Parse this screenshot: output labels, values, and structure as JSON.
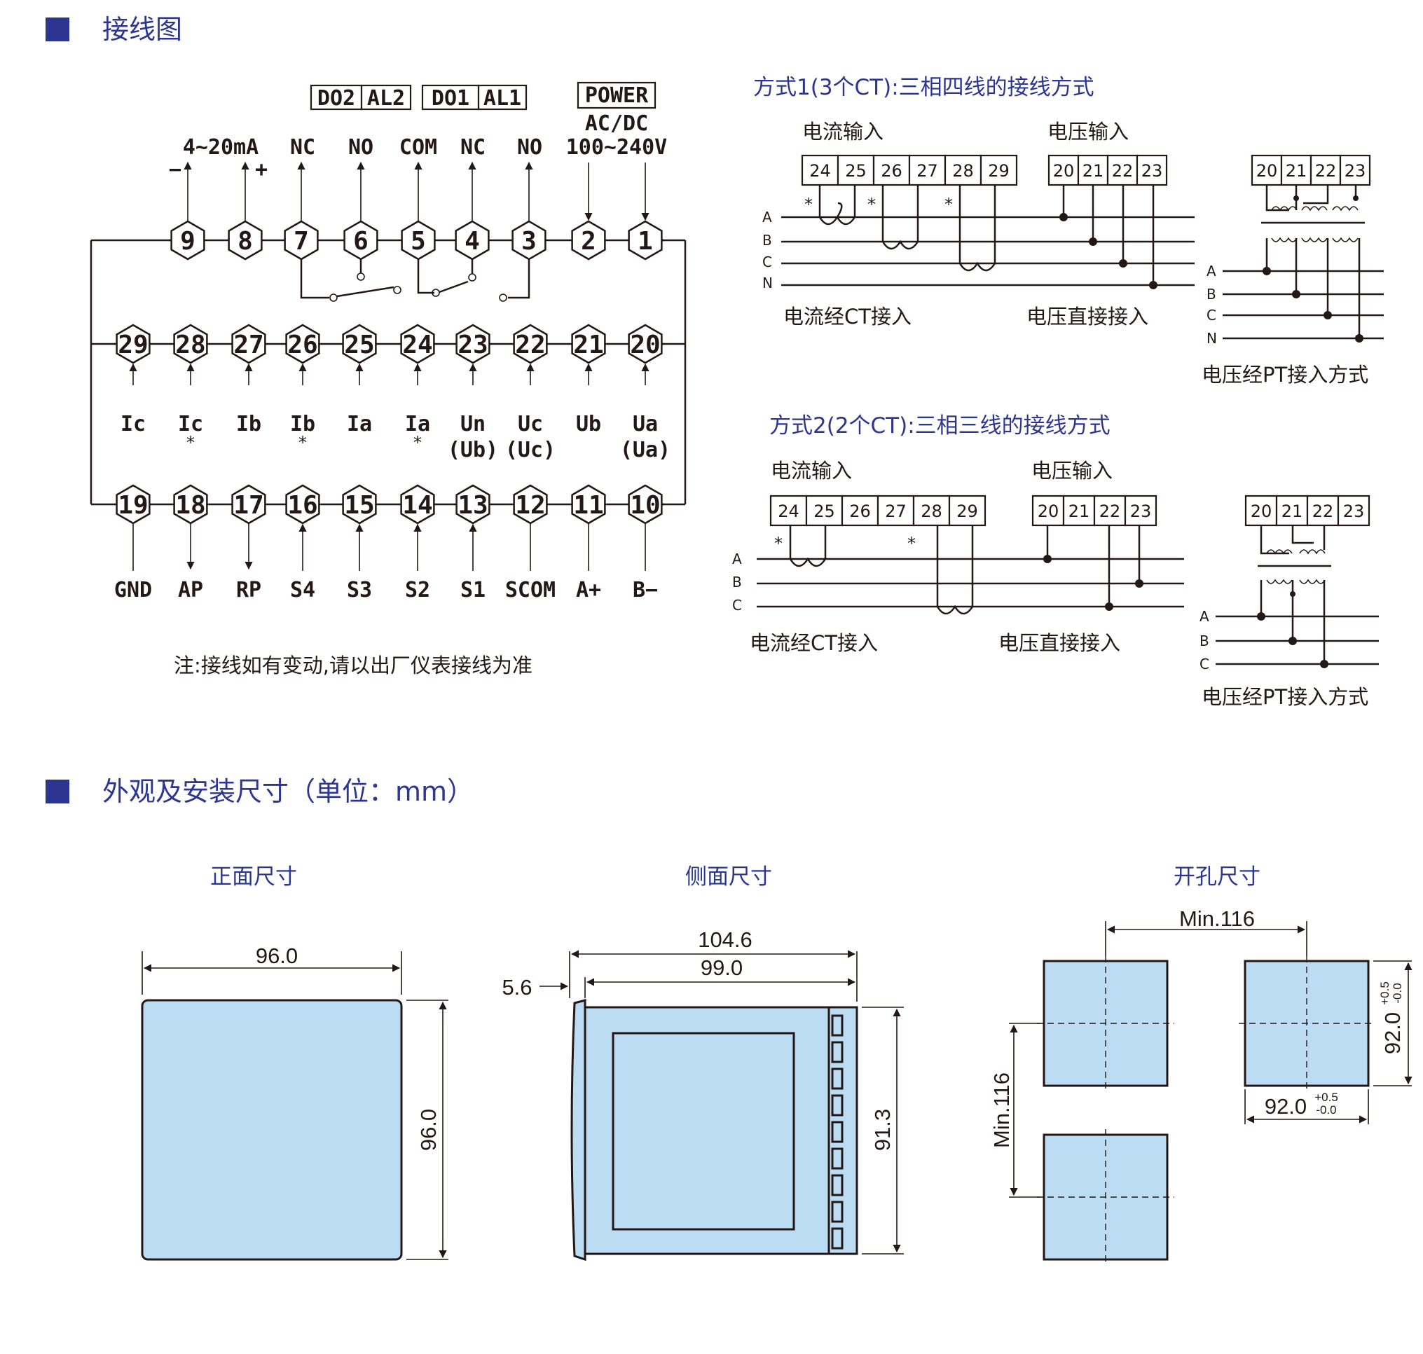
{
  "wiring": {
    "section_title": "接线图",
    "relay_boxes": [
      "DO2",
      "AL2",
      "DO1",
      "AL1"
    ],
    "power_box": "POWER",
    "power_lines": [
      "AC/DC",
      "100~240V"
    ],
    "top_labels": [
      "4~20mA",
      "NC",
      "NO",
      "COM",
      "NC",
      "NO"
    ],
    "minus": "−",
    "plus": "+",
    "row1": [
      "9",
      "8",
      "7",
      "6",
      "5",
      "4",
      "3",
      "2",
      "1"
    ],
    "row2": [
      "29",
      "28",
      "27",
      "26",
      "25",
      "24",
      "23",
      "22",
      "21",
      "20"
    ],
    "row2_labels": [
      "Ic",
      "Ic",
      "Ib",
      "Ib",
      "Ia",
      "Ia",
      "Un",
      "Uc",
      "Ub",
      "Ua"
    ],
    "row2_sub": [
      "(Ub)",
      "(Uc)",
      "(Ua)"
    ],
    "star": "*",
    "row3": [
      "19",
      "18",
      "17",
      "16",
      "15",
      "14",
      "13",
      "12",
      "11",
      "10"
    ],
    "row3_labels": [
      "GND",
      "AP",
      "RP",
      "S4",
      "S3",
      "S2",
      "S1",
      "SCOM",
      "A+",
      "B−"
    ],
    "note": "注:接线如有变动,请以出厂仪表接线为准"
  },
  "method1": {
    "title": "方式1(3个CT):三相四线的接线方式",
    "current_in": "电流输入",
    "voltage_in": "电压输入",
    "current_terms": [
      "24",
      "25",
      "26",
      "27",
      "28",
      "29"
    ],
    "voltage_terms": [
      "20",
      "21",
      "22",
      "23"
    ],
    "lines": [
      "A",
      "B",
      "C",
      "N"
    ],
    "ct_label": "电流经CT接入",
    "direct_label": "电压直接接入",
    "pt_label": "电压经PT接入方式"
  },
  "method2": {
    "title": "方式2(2个CT):三相三线的接线方式",
    "current_in": "电流输入",
    "voltage_in": "电压输入",
    "current_terms": [
      "24",
      "25",
      "26",
      "27",
      "28",
      "29"
    ],
    "voltage_terms": [
      "20",
      "21",
      "22",
      "23"
    ],
    "lines": [
      "A",
      "B",
      "C"
    ],
    "ct_label": "电流经CT接入",
    "direct_label": "电压直接接入",
    "pt_label": "电压经PT接入方式"
  },
  "dimensions": {
    "section_title": "外观及安装尺寸（单位：mm）",
    "front": {
      "title": "正面尺寸",
      "width": "96.0",
      "height": "96.0"
    },
    "side": {
      "title": "侧面尺寸",
      "total": "104.6",
      "body": "99.0",
      "front": "5.6",
      "height": "91.3"
    },
    "cutout": {
      "title": "开孔尺寸",
      "spacing_h": "Min.116",
      "spacing_v": "Min.116",
      "size": "92.0",
      "tol_plus": "+0.5",
      "tol_minus": "-0.0"
    }
  }
}
